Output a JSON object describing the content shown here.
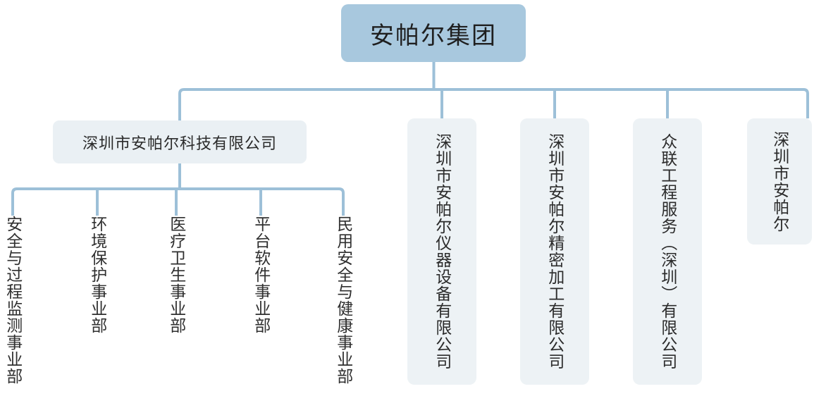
{
  "diagram": {
    "title_text": "安帕尔集团",
    "type": "organization-chart",
    "colors": {
      "root_fill": "#a8c8de",
      "box_fill": "#edf2f5",
      "connector": "#9dc0d8",
      "text": "#2b2b2b",
      "background": "#ffffff"
    },
    "levels": {
      "root": {
        "label": "安帕尔集团"
      },
      "level2": [
        {
          "label": "深圳市安帕尔科技有限公司",
          "orientation": "horizontal"
        },
        {
          "label": "深圳市安帕尔仪器设备有限公司",
          "orientation": "vertical"
        },
        {
          "label": "深圳市安帕尔精密加工有限公司",
          "orientation": "vertical"
        },
        {
          "label": "众联工程服务（深圳）有限公司",
          "orientation": "vertical"
        },
        {
          "label": "深圳市安帕尔",
          "orientation": "vertical"
        }
      ],
      "level3": [
        {
          "label": "安全与过程监测事业部"
        },
        {
          "label": "环境保护事业部"
        },
        {
          "label": "医疗卫生事业部"
        },
        {
          "label": "平台软件事业部"
        },
        {
          "label": "民用安全与健康事业部"
        }
      ]
    }
  }
}
